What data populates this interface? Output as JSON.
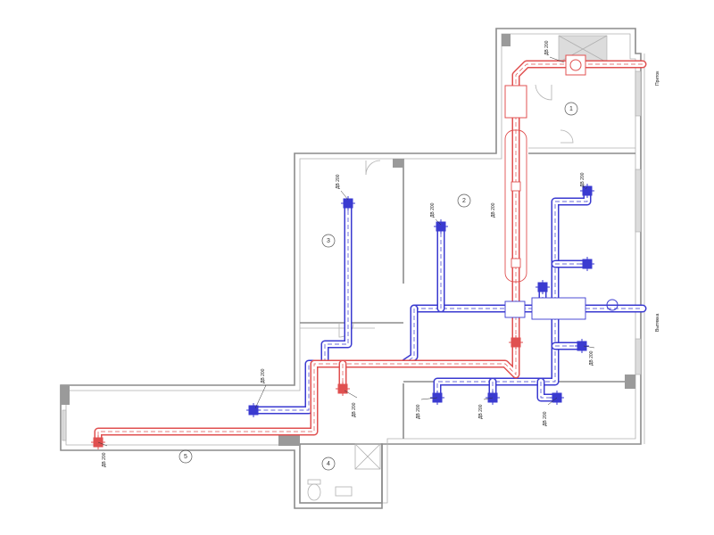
{
  "colors": {
    "supply": "#e05050",
    "exhaust": "#3a3ad0",
    "wall": "#8c8c8c"
  },
  "rooms": [
    {
      "id": "room-1",
      "label": "1"
    },
    {
      "id": "room-2",
      "label": "2"
    },
    {
      "id": "room-3",
      "label": "3"
    },
    {
      "id": "room-4",
      "label": "4"
    },
    {
      "id": "room-5",
      "label": "5"
    }
  ],
  "labels": {
    "intake": "Приток",
    "exhaust_out": "Вытяжка",
    "grille_tag": "ДВ 200"
  }
}
